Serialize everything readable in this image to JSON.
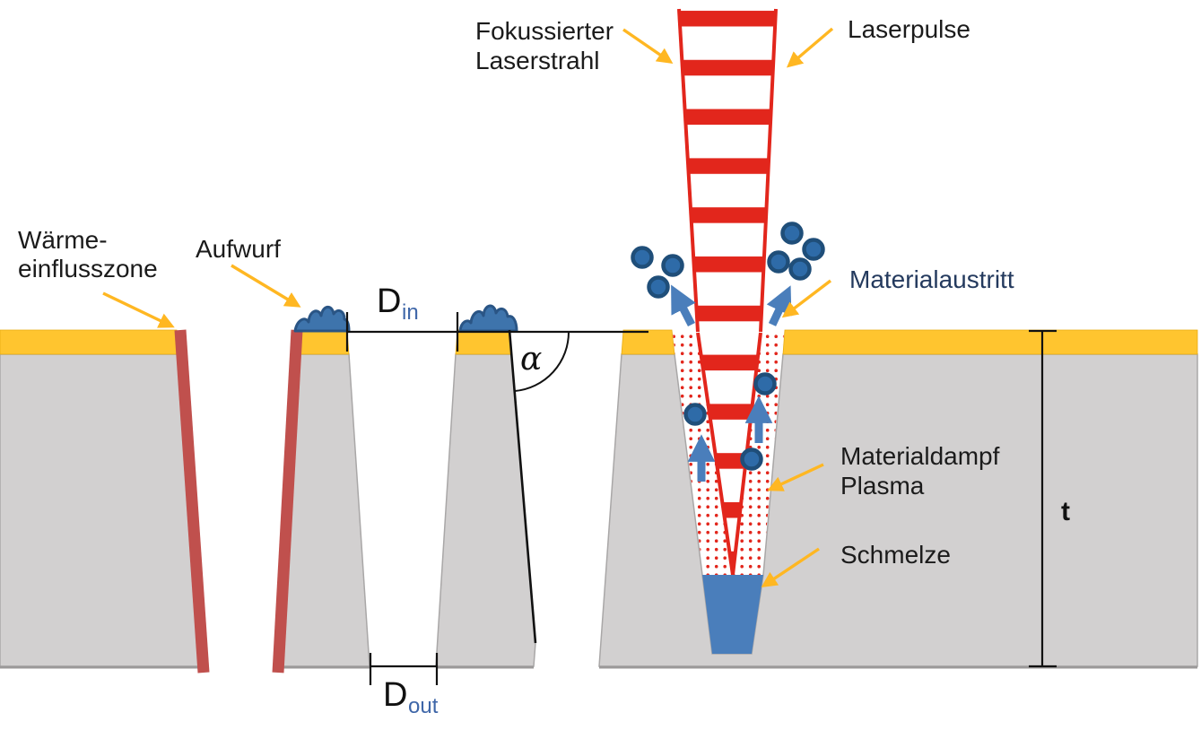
{
  "diagram": {
    "labels": {
      "focused_beam_line1": "Fokussierter",
      "focused_beam_line2": "Laserstrahl",
      "laser_pulses": "Laserpulse",
      "heat_zone_line1": "Wärme-",
      "heat_zone_line2": "einflusszone",
      "burr": "Aufwurf",
      "material_ejection": "Materialaustritt",
      "vapor_line1": "Materialdampf",
      "vapor_line2": "Plasma",
      "melt": "Schmelze"
    },
    "dimensions": {
      "entry_diameter_symbol": "D",
      "entry_diameter_sub": "in",
      "exit_diameter_symbol": "D",
      "exit_diameter_sub": "out",
      "taper_angle": "α",
      "thickness": "t"
    },
    "colors": {
      "laser_red": "#E2261C",
      "heat_zone_red": "#C0504D",
      "substrate_gray": "#D2D0D0",
      "substrate_border": "#A9A7A7",
      "substrate_bottom_edge": "#9B9999",
      "coating_yellow": "#FFC52F",
      "coating_edge": "#E8AC12",
      "arrow_yellow": "#FFB722",
      "melt_blue": "#4A7EBB",
      "burr_blue": "#3E74AC",
      "burr_border": "#2A5585",
      "particle_fill": "#2E6BA8",
      "particle_border": "#1F4E79",
      "ejection_arrow_blue": "#4A7EBB",
      "text_dark": "#1B1B1B",
      "text_navy": "#243A5E",
      "subscript_blue": "#3E66A8",
      "dimension_black": "#111111"
    }
  }
}
